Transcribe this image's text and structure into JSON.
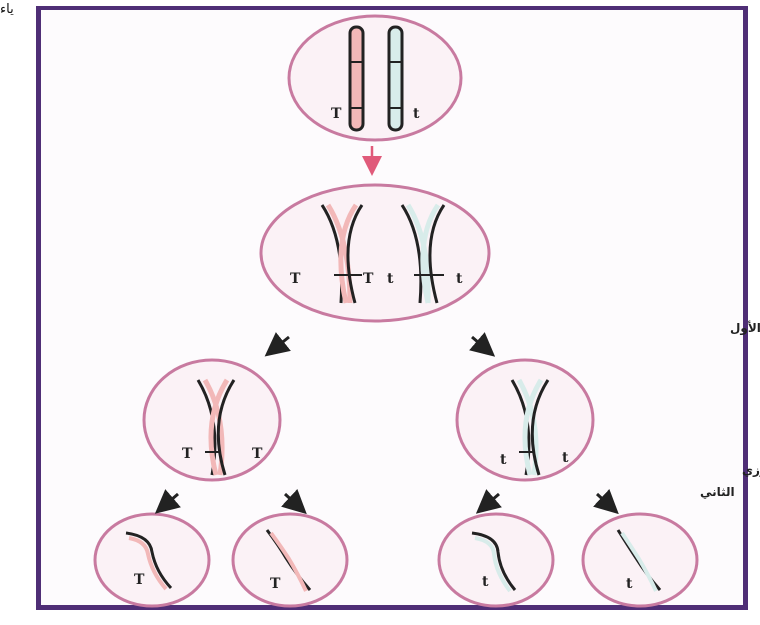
{
  "corner_text": "ياء",
  "diagram": {
    "allele_dominant": "T",
    "allele_recessive": "t",
    "meiosis_one_label": "الانقسام الميوزي الأول",
    "meiosis_two_label_line1": "الانقسام الميوزي",
    "meiosis_two_label_line2": "الثاني",
    "colors": {
      "frame": "#4f2e76",
      "cell_outline": "#c87aa0",
      "chromosome_outline": "#222222",
      "chromosome_pink": "#f2b8b8",
      "chromosome_teal": "#d8ecea",
      "arrow_pink": "#e05a7a",
      "arrow_dark": "#222222"
    }
  }
}
